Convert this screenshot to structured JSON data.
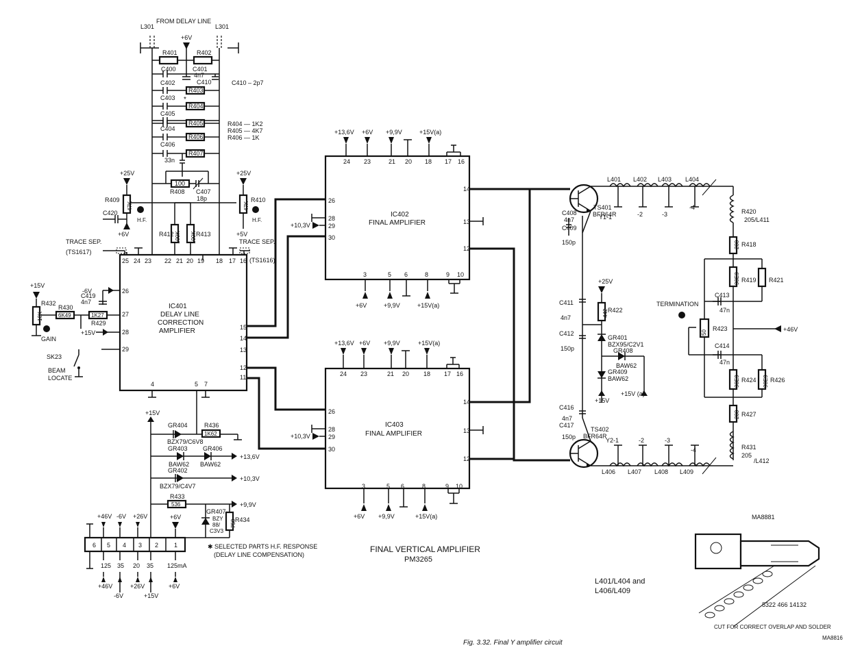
{
  "labels": {
    "from_delay_line": "FROM DELAY LINE",
    "l301": "L301",
    "r401": "R401",
    "r402": "R402",
    "v6p": "+6V",
    "v6m": "-6V",
    "v5p": "+5V",
    "v15p": "+15V",
    "v15a": "+15V (a)",
    "v25p": "+25V",
    "v46p": "+46V",
    "v13_6": "+13,6V",
    "v10_3": "+10,3V",
    "v9_9": "+9,9V",
    "c400": "C400",
    "c401": "C401",
    "c4n7": "4n7",
    "c410": "C410",
    "c410_value": "C410 – 2p7",
    "c402": "C402",
    "r403": "R403",
    "c403": "C403",
    "r404": "R404",
    "c405": "C405",
    "r405": "R405",
    "c404": "C404",
    "r406": "R406",
    "c406": "C406",
    "r407": "R407",
    "c33n": "33n",
    "r100": "100",
    "r408": "R408",
    "c407": "C407",
    "c18p": "18p",
    "r404_val": "R404 — 1K2",
    "r405_val": "R405 — 4K7",
    "r406_val": "R406 — 1K",
    "r100k": "100K",
    "r412": "R412",
    "r413": "R413",
    "r47k": "47K",
    "r409": "R409",
    "r410": "R410",
    "c420": "C420",
    "hf": "H.F.",
    "trace_sep": "TRACE SEP.",
    "ts1617": "(TS1617)",
    "ts1616": "(TS1616)",
    "c419": "C419",
    "r10k": "10K",
    "r432": "R432",
    "r430": "R430",
    "r6k49": "6K49",
    "r1k27": "1K27",
    "r429": "R429",
    "gain": "GAIN",
    "sk23": "SK23",
    "beam": "BEAM",
    "locate": "LOCATE",
    "gr404": "GR404",
    "bzx79_c6v8": "BZX79/C6V8",
    "r1k62": "1K62",
    "r436": "R436",
    "gr403": "GR403",
    "gr406": "GR406",
    "baw62": "BAW62",
    "gr402": "GR402",
    "bzx79_c4v7": "BZX79/C4V7",
    "r536": "536",
    "r433": "R433",
    "gr407": "GR407",
    "bzy": "BZY",
    "b88": "88/",
    "c3v3": "C3V3",
    "r750": "750",
    "r434": "R434",
    "ts401": "TS401",
    "ts402": "TS402",
    "bfr64r": "BFR64R",
    "c408": "C408",
    "c409": "C409",
    "c150p": "150p",
    "c411": "C411",
    "c412": "C412",
    "c416": "C416",
    "c417": "C417",
    "r442": "442",
    "r422": "R422",
    "gr401": "GR401",
    "bzx95": "BZX95/C2V1",
    "gr408": "GR408",
    "gr409": "GR409",
    "l401": "L401",
    "l402": "L402",
    "l403": "L403",
    "l404": "L404",
    "y1_1": "Y1-1",
    "y2_1": "Y2-1",
    "m2": "-2",
    "m3": "-3",
    "m4": "-4",
    "l406": "L406",
    "l407": "L407",
    "l408": "L408",
    "l409": "L409",
    "r420": "R420",
    "r205_l411": "205/L411",
    "r200": "200",
    "r418": "R418",
    "r90e9": "90E9",
    "r419": "R419",
    "r421": "R421",
    "c413": "C413",
    "c47n": "47n",
    "termination": "TERMINATION",
    "r50": "50",
    "r423": "R423",
    "c414": "C414",
    "r424": "R424",
    "r426": "R426",
    "r427": "R427",
    "r431": "R431",
    "r205": "205",
    "l412": "/L412",
    "ma8881": "MA8881",
    "part_number": "5322 466 14132",
    "cut_note": "CUT FOR CORRECT OVERLAP AND SOLDER",
    "ma8816": "MA8816",
    "l401_l404": "L401/L404 and",
    "l406_l409": "L406/L409"
  },
  "ics": {
    "ic401": {
      "name": "IC401",
      "line1": "DELAY LINE",
      "line2": "CORRECTION",
      "line3": "AMPLIFIER",
      "pins": {
        "p25": "25",
        "p24": "24",
        "p23": "23",
        "p22": "22",
        "p21": "21",
        "p20": "20",
        "p19": "19",
        "p18": "18",
        "p17": "17",
        "p16": "16",
        "p26": "26",
        "p27": "27",
        "p28": "28",
        "p29": "29",
        "p15": "15",
        "p14": "14",
        "p13": "13",
        "p12": "12",
        "p11": "11",
        "p4": "4",
        "p5": "5",
        "p7": "7"
      }
    },
    "ic402": {
      "name": "IC402",
      "function": "FINAL AMPLIFIER",
      "top_supply": [
        "+13,6V",
        "+6V",
        "+9,9V",
        "+15V(a)"
      ],
      "bottom_supply": [
        "+6V",
        "+9,9V",
        "+15V(a)"
      ],
      "pins": {
        "p24": "24",
        "p23": "23",
        "p21": "21",
        "p20": "20",
        "p18": "18",
        "p17": "17",
        "p16": "16",
        "p26": "26",
        "p28": "28",
        "p29": "29",
        "p30": "30",
        "p14": "14",
        "p13": "13",
        "p12": "12",
        "p3": "3",
        "p5": "5",
        "p6": "6",
        "p8": "8",
        "p9": "9",
        "p10": "10"
      }
    },
    "ic403": {
      "name": "IC403",
      "function": "FINAL AMPLIFIER",
      "top_supply": [
        "+13,6V",
        "+6V",
        "+9,9V",
        "+15V(a)"
      ],
      "bottom_supply": [
        "+6V",
        "+9,9V",
        "+15V(a)"
      ],
      "pins": {
        "p24": "24",
        "p23": "23",
        "p21": "21",
        "p20": "20",
        "p18": "18",
        "p17": "17",
        "p16": "16",
        "p26": "26",
        "p28": "28",
        "p29": "29",
        "p30": "30",
        "p14": "14",
        "p13": "13",
        "p12": "12",
        "p3": "3",
        "p5": "5",
        "p6": "6",
        "p8": "8",
        "p9": "9",
        "p10": "10"
      }
    }
  },
  "connector": {
    "pins": [
      "6",
      "5",
      "4",
      "3",
      "2",
      "1"
    ],
    "top": [
      "+46V",
      "-6V",
      "+26V"
    ],
    "bottom_values": [
      "125",
      "35",
      "20",
      "35",
      "125mA"
    ],
    "bottom_supplies": [
      "+46V",
      "+26V",
      "+6V",
      "-6V",
      "+15V"
    ]
  },
  "notes": {
    "selected_line1": "✱ SELECTED PARTS  H.F. RESPONSE",
    "selected_line2": "(DELAY LINE COMPENSATION)",
    "title": "FINAL VERTICAL AMPLIFIER",
    "model": "PM3265",
    "caption": "Fig. 3.32. Final Y amplifier circuit"
  }
}
